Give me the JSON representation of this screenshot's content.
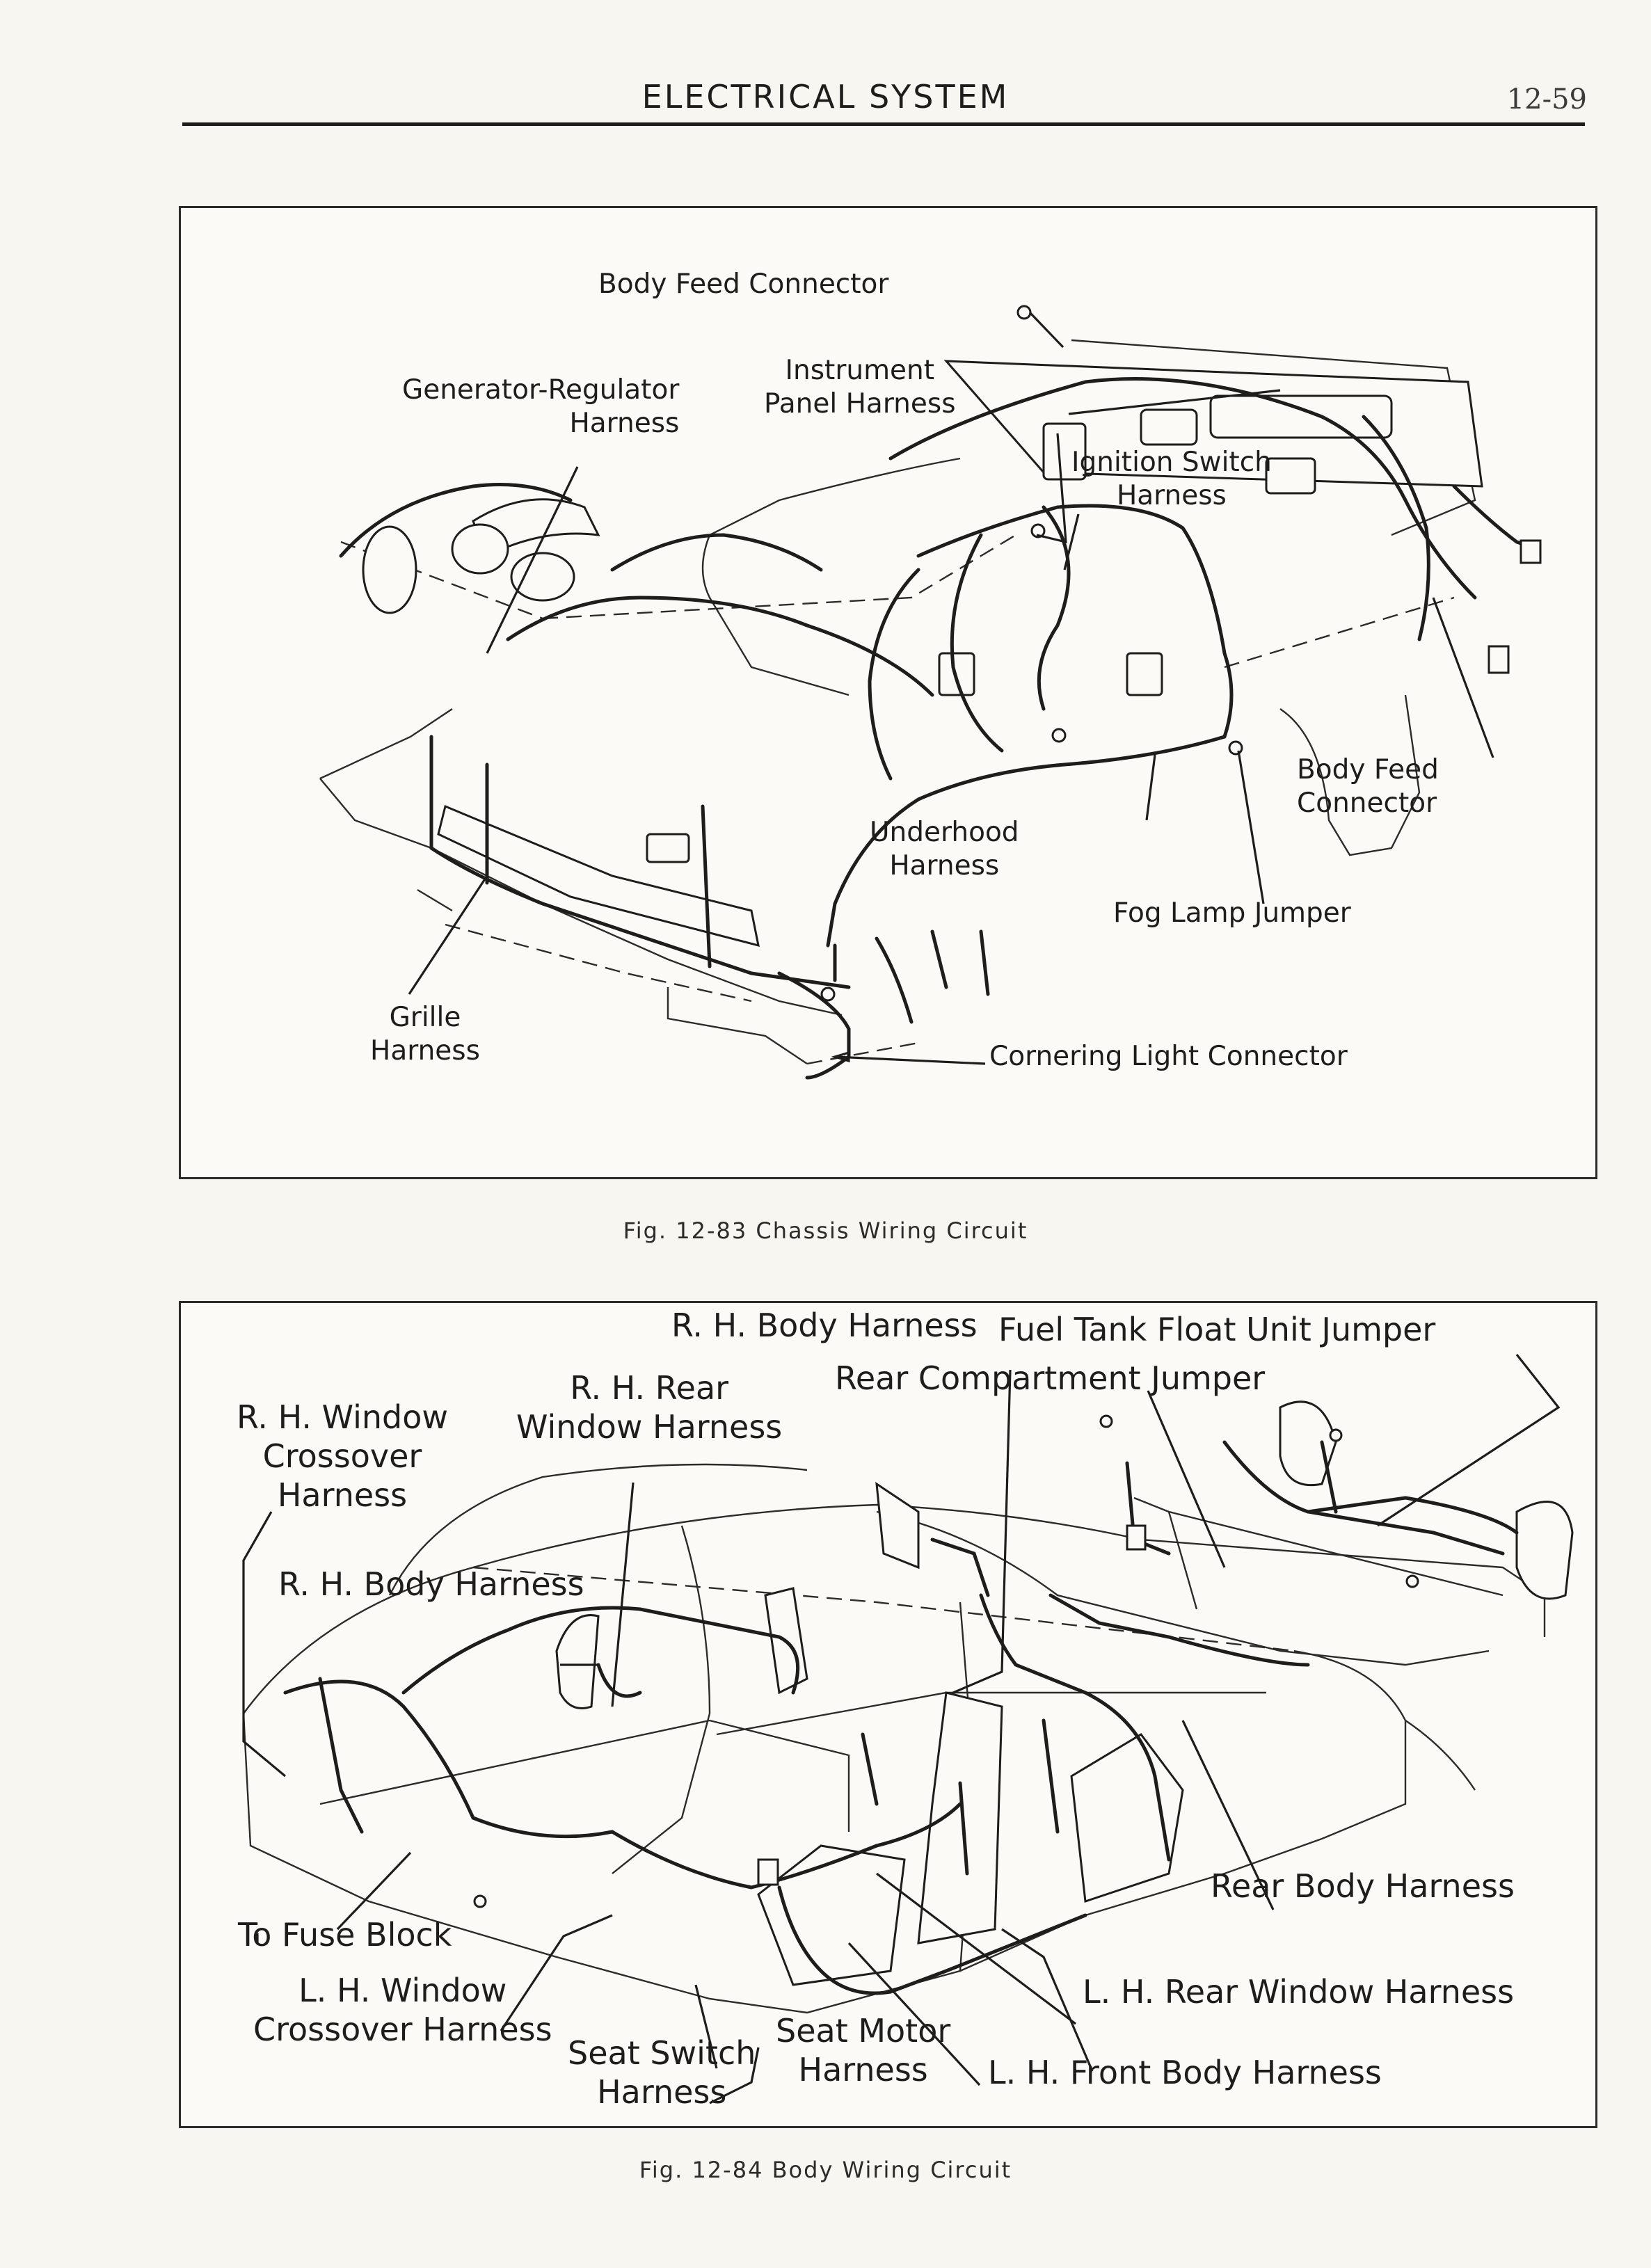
{
  "header": {
    "title": "ELECTRICAL SYSTEM",
    "page_number": "12-59"
  },
  "figure1": {
    "labels": {
      "body_feed_connector_top": "Body Feed Connector",
      "generator_regulator_harness": [
        "Generator-Regulator",
        "Harness"
      ],
      "instrument_panel_harness": [
        "Instrument",
        "Panel Harness"
      ],
      "ignition_switch_harness": [
        "Ignition Switch",
        "Harness"
      ],
      "body_feed_connector_right": [
        "Body Feed",
        "Connector"
      ],
      "underhood_harness": [
        "Underhood",
        "Harness"
      ],
      "fog_lamp_jumper": "Fog Lamp Jumper",
      "grille_harness": [
        "Grille",
        "Harness"
      ],
      "cornering_light_connector": "Cornering Light Connector"
    },
    "caption": "Fig. 12-83  Chassis Wiring Circuit"
  },
  "figure2": {
    "labels": {
      "rh_body_harness_top": "R. H. Body Harness",
      "fuel_tank_float_unit_jumper": "Fuel Tank Float Unit Jumper",
      "rear_compartment_jumper": "Rear Compartment Jumper",
      "rh_rear_window_harness": [
        "R. H. Rear",
        "Window Harness"
      ],
      "rh_window_crossover_harness": [
        "R. H. Window",
        "Crossover",
        "Harness"
      ],
      "rh_body_harness_left": "R. H. Body Harness",
      "rear_body_harness": "Rear Body Harness",
      "to_fuse_block": "To Fuse Block",
      "lh_window_crossover_harness": [
        "L. H. Window",
        "Crossover Harness"
      ],
      "lh_rear_window_harness": "L. H. Rear Window Harness",
      "seat_motor_harness": [
        "Seat Motor",
        "Harness"
      ],
      "seat_switch_harness": [
        "Seat Switch",
        "Harness"
      ],
      "lh_front_body_harness": "L. H. Front Body Harness"
    },
    "caption": "Fig. 12-84  Body Wiring Circuit"
  }
}
